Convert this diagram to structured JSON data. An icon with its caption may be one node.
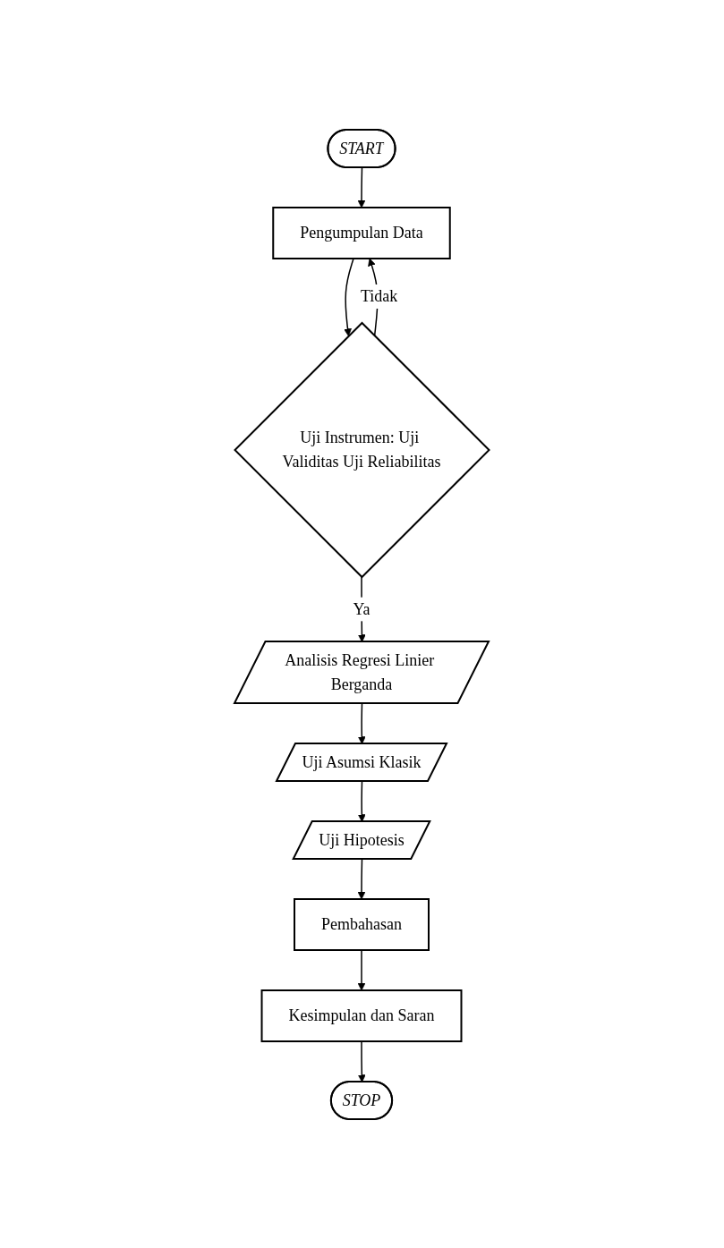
{
  "diagram": {
    "nodes": [
      {
        "text": [
          "START"
        ]
      },
      {
        "text": [
          "Pengumpulan Data"
        ]
      },
      {
        "text": [
          "Uji Instrumen: Uji Validitas Uji Reliabilitas"
        ]
      },
      {
        "text": [
          "Analisis Regresi Linier Berganda"
        ]
      },
      {
        "text": [
          "Uji Asumsi Klasik"
        ]
      },
      {
        "text": [
          "Uji Hipotesis"
        ]
      },
      {
        "text": [
          "Pembahasan"
        ]
      },
      {
        "text": [
          "Kesimpulan dan Saran"
        ]
      },
      {
        "text": [
          "STOP"
        ]
      }
    ],
    "edges": [
      {
        "from": 0,
        "to": 1,
        "arrow": "to"
      },
      {
        "from": 1,
        "to": 2,
        "arrow": "to"
      },
      {
        "from": 2,
        "to": 1,
        "arrow": "to",
        "label": "Tidak"
      },
      {
        "from": 2,
        "to": 3,
        "arrow": "to",
        "label": "Ya"
      },
      {
        "from": 3,
        "to": 4,
        "arrow": "to"
      },
      {
        "from": 4,
        "to": 5,
        "arrow": "to"
      },
      {
        "from": 5,
        "to": 6,
        "arrow": "to"
      },
      {
        "from": 6,
        "to": 7,
        "arrow": "to"
      },
      {
        "from": 7,
        "to": 8,
        "arrow": "to"
      }
    ]
  }
}
